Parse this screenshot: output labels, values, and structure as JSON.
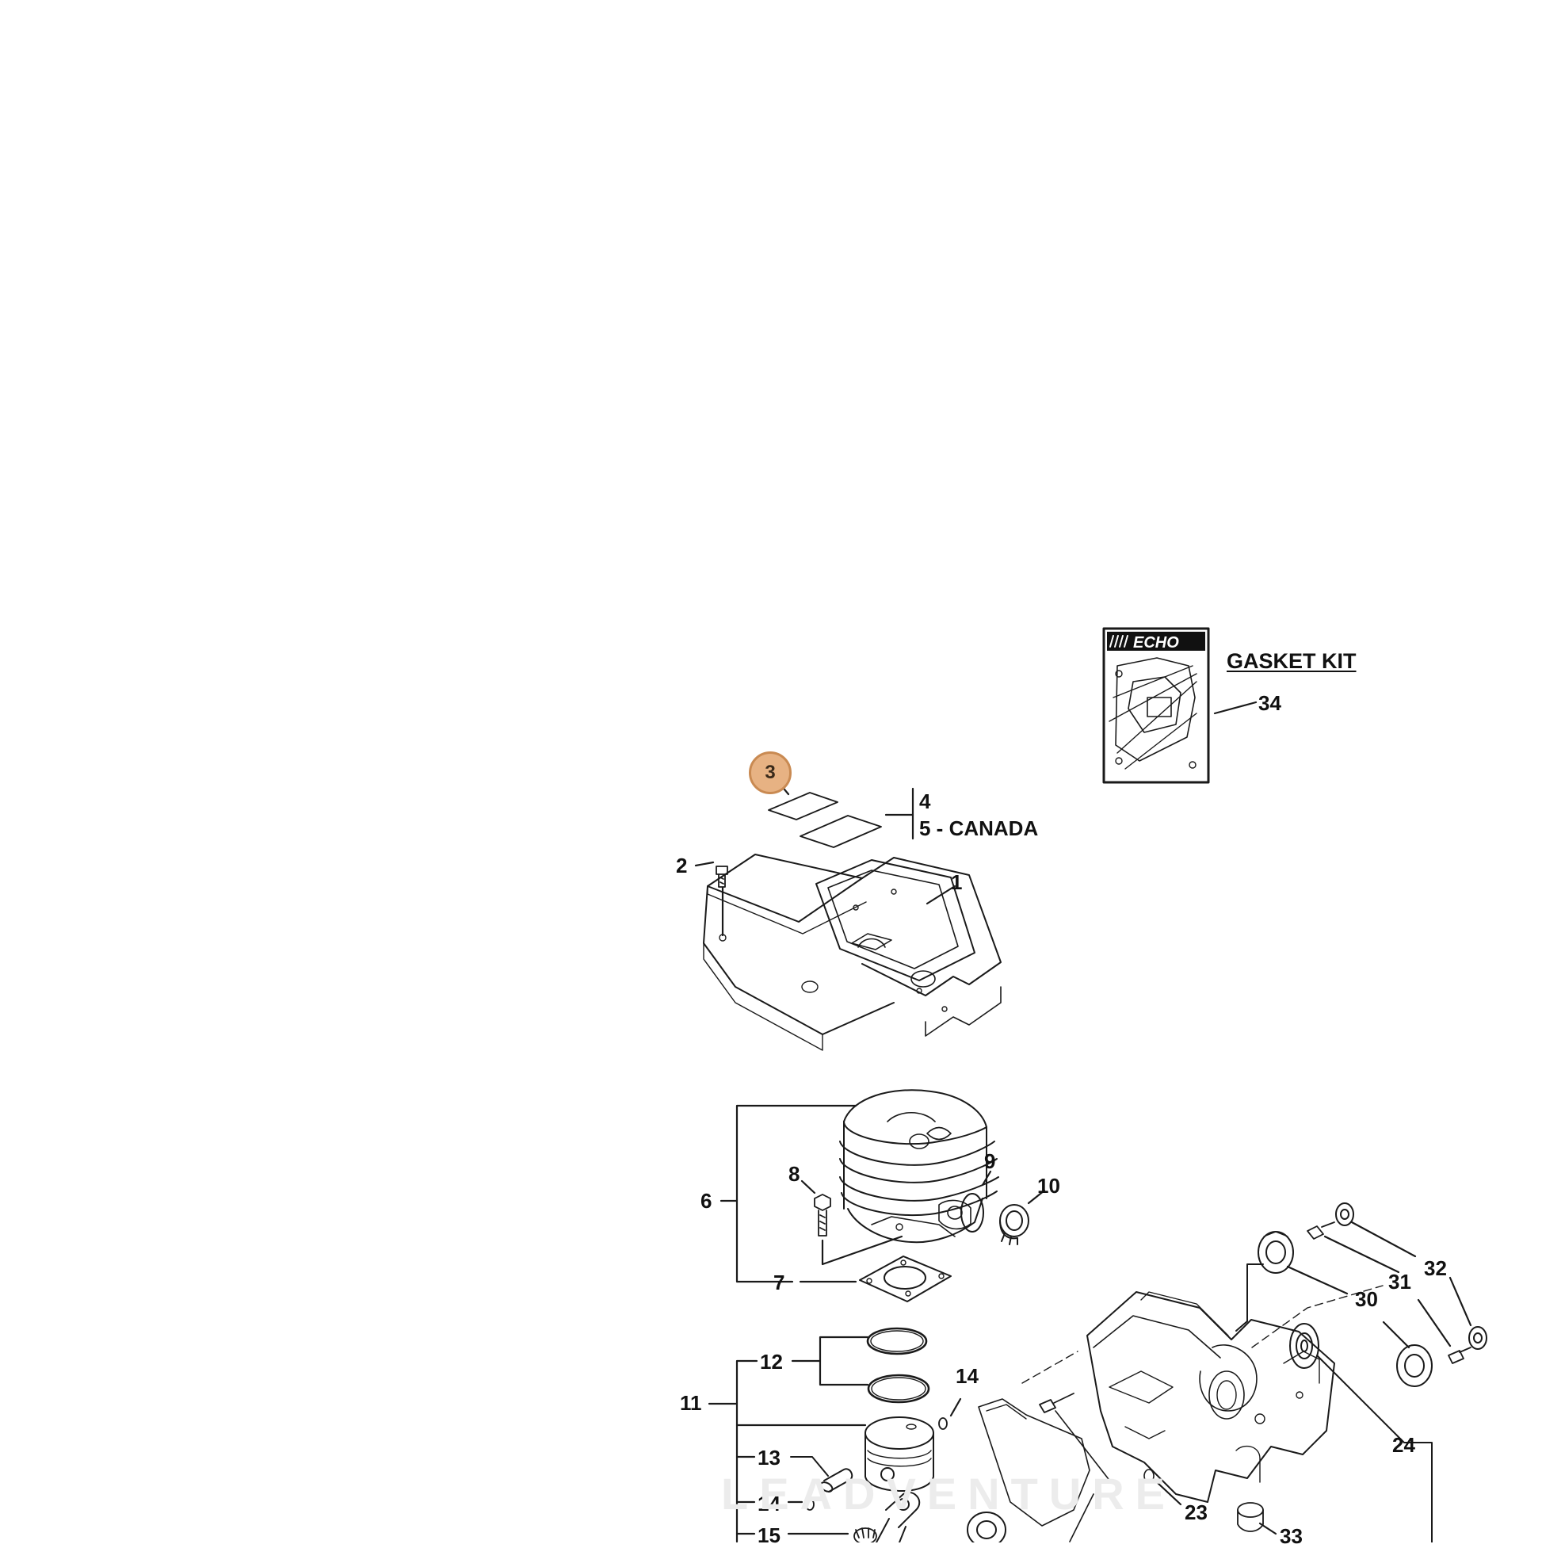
{
  "diagram": {
    "highlighted_part": "3",
    "part_numbers": {
      "p1": "1",
      "p2": "2",
      "p4": "4",
      "p5": "5 - CANADA",
      "p6": "6",
      "p7": "7",
      "p8": "8",
      "p9": "9",
      "p10": "10",
      "p11": "11",
      "p12": "12",
      "p13": "13",
      "p14a": "14",
      "p14b": "14",
      "p15": "15",
      "p23": "23",
      "p24": "24",
      "p30": "30",
      "p31": "31",
      "p32": "32",
      "p33": "33",
      "p34": "34"
    },
    "gasket_kit": {
      "title": "GASKET KIT",
      "brand": "ECHO"
    },
    "watermark": "LEADVENTURE"
  },
  "colors": {
    "line": "#1a1a1a",
    "highlight_fill": "#e7b283",
    "highlight_border": "#c98a52"
  }
}
